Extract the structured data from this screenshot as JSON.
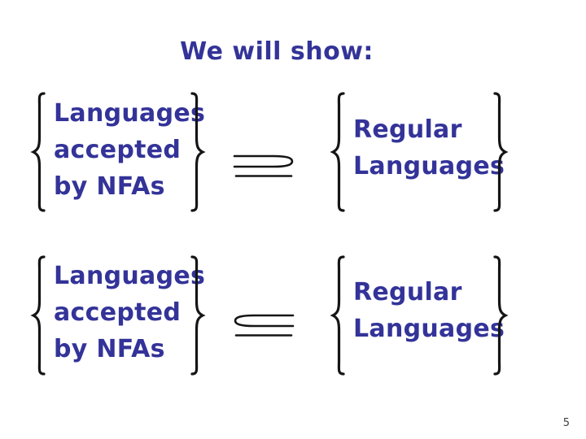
{
  "slide": {
    "title": "We will show:",
    "page_number": "5",
    "colors": {
      "background": "#ffffff",
      "text_blue": "#333399",
      "ink_black": "#151515"
    },
    "rows": [
      {
        "left_set": [
          "Languages",
          "accepted",
          "by NFAs"
        ],
        "relation": "superset-of-or-equal-to",
        "relation_symbol": "⊇",
        "right_set": [
          "Regular",
          "Languages"
        ]
      },
      {
        "left_set": [
          "Languages",
          "accepted",
          "by NFAs"
        ],
        "relation": "subset-of-or-equal-to",
        "relation_symbol": "⊆",
        "right_set": [
          "Regular",
          "Languages"
        ]
      }
    ]
  }
}
